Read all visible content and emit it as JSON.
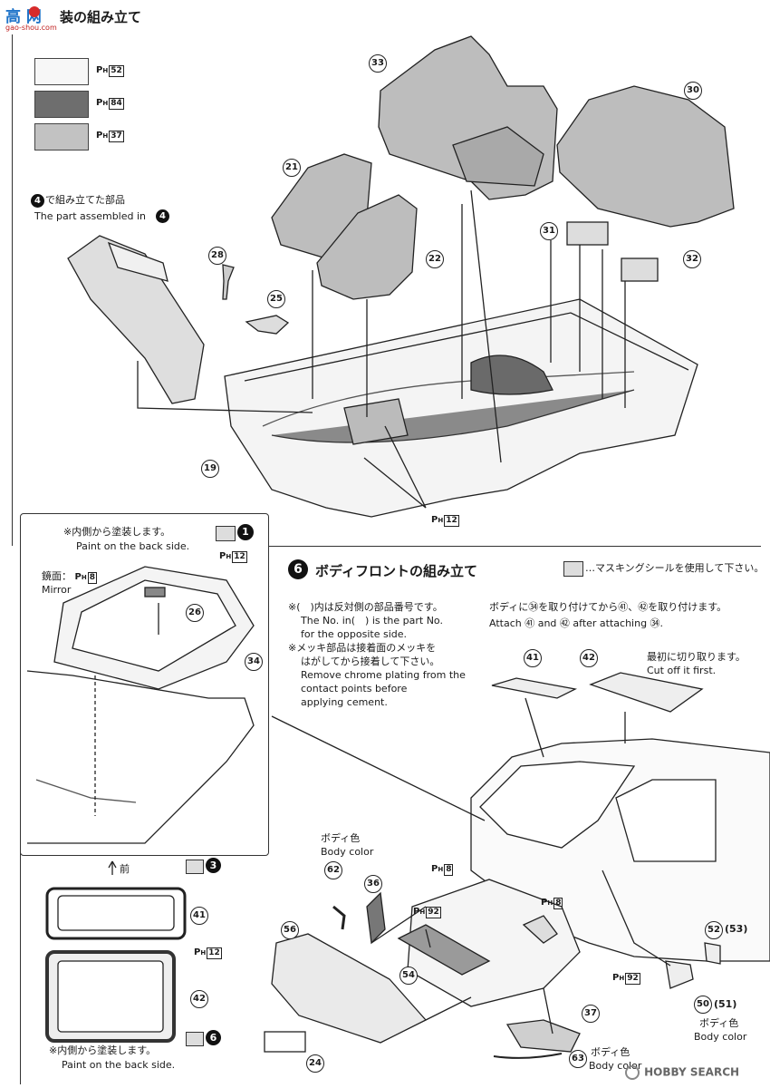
{
  "header": {
    "logo_text": "高 网",
    "logo_url_text": "gao-shou.com",
    "title_suffix": "装の組み立て"
  },
  "legend": [
    {
      "code": "52",
      "color": "#f7f7f7"
    },
    {
      "code": "84",
      "color": "#6e6e6e"
    },
    {
      "code": "37",
      "color": "#c2c2c2"
    }
  ],
  "ph_prefix": "P",
  "ph_sub": "H",
  "top": {
    "assembled_jp": "で組み立てた部品",
    "assembled_en": "The part assembled in",
    "assembled_step": "4",
    "ph12": "12",
    "parts": [
      "33",
      "30",
      "21",
      "31",
      "32",
      "28",
      "22",
      "25",
      "19"
    ]
  },
  "inset": {
    "note_jp": "※内側から塗装します。",
    "note_en": "Paint on the back side.",
    "mirror_jp": "鏡面：",
    "mirror_en": "Mirror",
    "mirror_code": "8",
    "ph12": "12",
    "mask_step": "1",
    "parts": [
      "26",
      "34"
    ]
  },
  "step6": {
    "number": "6",
    "title": "ボディフロントの組み立て",
    "masking_note": "…マスキングシールを使用して下さい。",
    "note1_jp": "※(　)内は反対側の部品番号です。",
    "note1_en_a": "The No. in(　) is the part No.",
    "note1_en_b": "for the opposite side.",
    "note2_jp_a": "※メッキ部品は接着面のメッキを",
    "note2_jp_b": "はがしてから接着して下さい。",
    "note2_en_a": "Remove chrome plating from the",
    "note2_en_b": "contact points before",
    "note2_en_c": "applying cement.",
    "attach_jp": "ボディに㉞を取り付けてから㊶、㊷を取り付けます。",
    "attach_en": "Attach ㊶ and ㊷ after attaching ㉞.",
    "cut_jp": "最初に切り取ります。",
    "cut_en": "Cut off it first.",
    "body_color_jp": "ボディ色",
    "body_color_en": "Body color",
    "parts": [
      "41",
      "42",
      "62",
      "36",
      "56",
      "54",
      "37",
      "24",
      "63",
      "52",
      "53",
      "50",
      "51"
    ],
    "paren_52": "(53)",
    "paren_50": "(51)",
    "ph8": "8",
    "ph92": "92"
  },
  "lower_left": {
    "front_label": "前",
    "step3": "3",
    "step6": "6",
    "ph12": "12",
    "note_jp": "※内側から塗装します。",
    "note_en": "Paint on the back side.",
    "parts": [
      "41",
      "42"
    ]
  },
  "watermark": "HOBBY SEARCH"
}
